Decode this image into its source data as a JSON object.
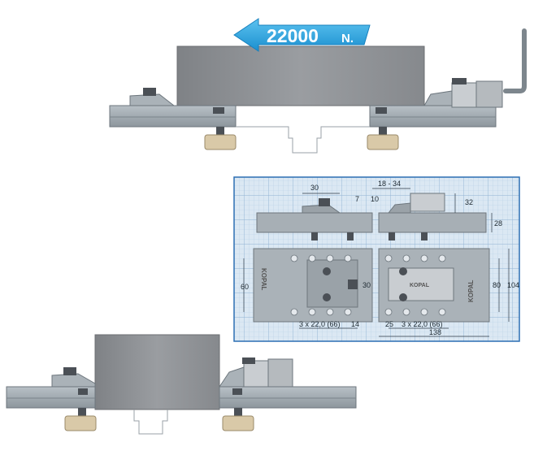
{
  "force_label": {
    "number": "22000",
    "unit": "N."
  },
  "drawing": {
    "top_dims": [
      "30",
      "18 - 34",
      "7",
      "10",
      "32",
      "28"
    ],
    "plan_dims": {
      "left_height": "60",
      "left_inner": "30",
      "right_inner": "80",
      "right_total": "104",
      "bottom_left_spacing": "3 x 22,0 (66)",
      "bottom_left_edge": "14",
      "bottom_right_edge": "25",
      "bottom_right_spacing": "3 x 22,0 (66)",
      "bottom_total": "138"
    },
    "brand": "KOPAL"
  },
  "colors": {
    "grid_bg": "#cfe0ef",
    "grid_line": "#a9c6e0",
    "grid_border": "#2c6fb3",
    "steel": "#9aa4ab",
    "steel_dark": "#6d767d",
    "block": "#8c8f93",
    "arrow": "#2aa4e0",
    "bronze": "#d9c9a8"
  }
}
